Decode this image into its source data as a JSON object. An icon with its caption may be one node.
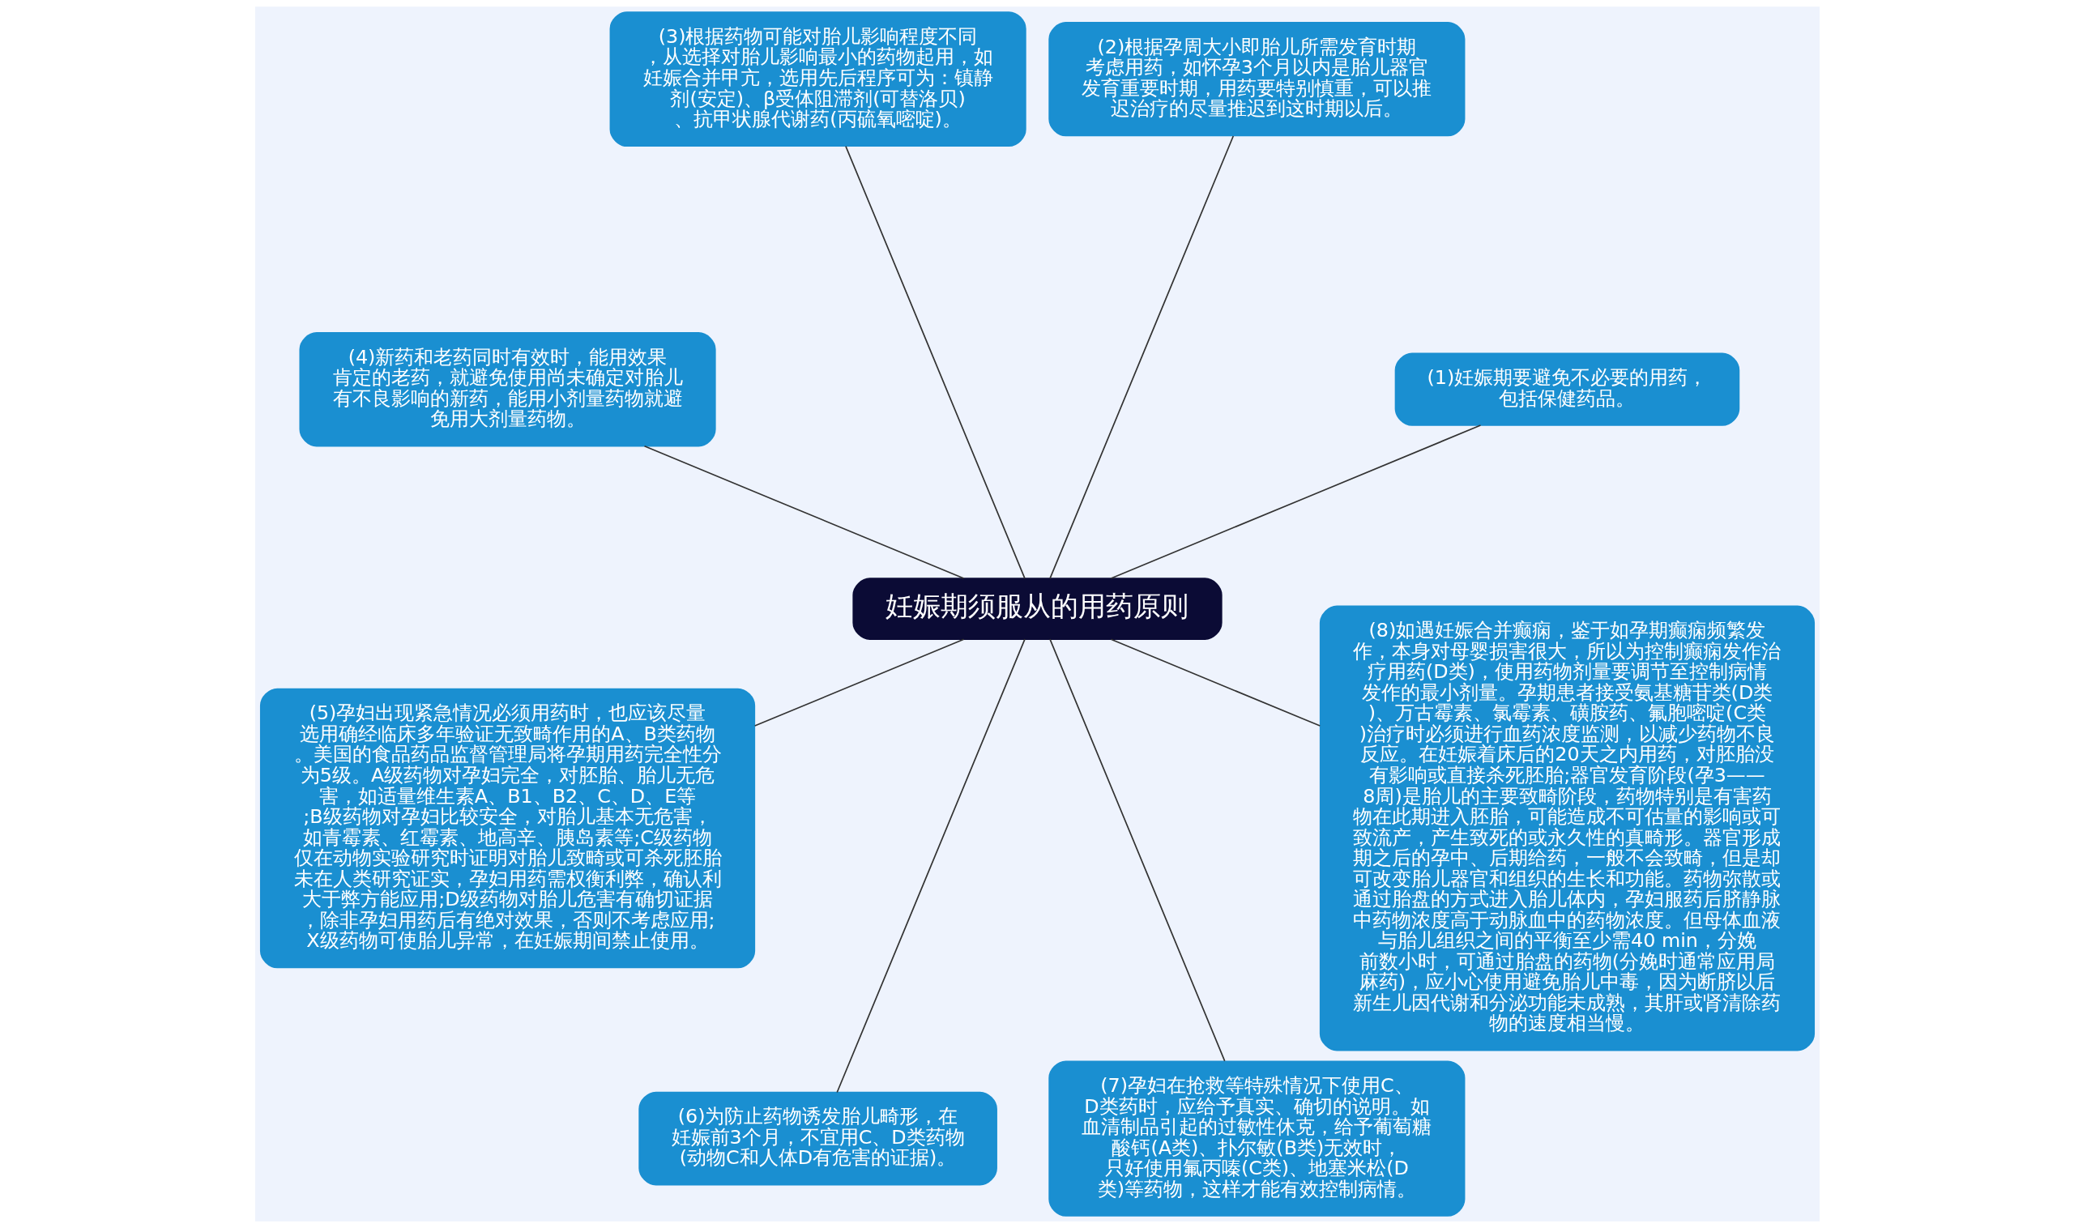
{
  "diagram": {
    "nodes": [
      {
        "text": [
          "妊娠期须服从的用药原则"
        ]
      },
      {
        "text": [
          "(1)妊娠期要避免不必要的用药，包括保健药品。"
        ]
      },
      {
        "text": [
          "(2)根据孕周大小即胎儿所需发育时期考虑用药，如怀孕3个月以内是胎儿器官发育重要时期，用药要特别慎重，可以推迟治疗的尽量推迟到这时期以后。"
        ]
      },
      {
        "text": [
          "(3)根据药物可能对胎儿影响程度不同，从选择对胎儿影响最小的药物起用，如妊娠合并甲亢，选用先后程序可为：镇静剂(安定)、β受体阻滞剂(可替洛贝)、抗甲状腺代谢药(丙硫氧嘧啶)。"
        ]
      },
      {
        "text": [
          "(4)新药和老药同时有效时，能用效果肯定的老药，就避免使用尚未确定对胎儿有不良影响的新药，能用小剂量药物就避免用大剂量药物。"
        ]
      },
      {
        "text": [
          "(5)孕妇出现紧急情况必须用药时，也应该尽量选用确经临床多年验证无致畸作用的A、B类药物。美国的食品药品监督管理局将孕期用药完全性分为5级。A级药物对孕妇完全，对胚胎、胎儿无危害，如适量维生素A、B1、B2、C、D、E等;B级药物对孕妇比较安全，对胎儿基本无危害，如青霉素、红霉素、地高辛、胰岛素等;C级药物仅在动物实验研究时证明对胎儿致畸或可杀死胚胎未在人类研究证实，孕妇用药需权衡利弊，确认利大于弊方能应用;D级药物对胎儿危害有确切证据，除非孕妇用药后有绝对效果，否则不考虑应用;X级药物可使胎儿异常，在妊娠期间禁止使用。"
        ]
      },
      {
        "text": [
          "(6)为防止药物诱发胎儿畸形，在妊娠前3个月，不宜用C、D类药物(动物C和人体D有危害的证据)。"
        ]
      },
      {
        "text": [
          "(7)孕妇在抢救等特殊情况下使用C、D类药时，应给予真实、确切的说明。如血清制品引起的过敏性休克，给予葡萄糖酸钙(A类)、扑尔敏(B类)无效时，只好使用氟丙嗪(C类)、地塞米松(D类)等药物，这样才能有效控制病情。"
        ]
      },
      {
        "text": [
          "(8)如遇妊娠合并癫痫，鉴于如孕期癫痫频繁发作，本身对母婴损害很大，所以为控制癫痫发作治疗用药(D类)，使用药物剂量要调节至控制病情发作的最小剂量。孕期患者接受氨基糖苷类(D类)、万古霉素、氯霉素、磺胺药、氟胞嘧啶(C类)治疗时必须进行血药浓度监测，以减少药物不良反应。在妊娠着床后的20天之内用药，对胚胎没有影响或直接杀死胚胎;器官发育阶段(孕3——8周)是胎儿的主要致畸阶段，药物特别是有害药物在此期进入胚胎，可能造成不可估量的影响或可致流产，产生致死的或永久性的真畸形。器官形成期之后的孕中、后期给药，一般不会致畸，但是却可改变胎儿器官和组织的生长和功能。药物弥散或通过胎盘的方式进入胎儿体内，孕妇服药后脐静脉中药物浓度高于动脉血中的药物浓度。但母体血液与胎儿组织之间的平衡至少需40 min，分娩前数小时，可通过胎盘的药物(分娩时通常应用局麻药)，应小心使用避免胎儿中毒，因为断脐以后新生儿因代谢和分泌功能未成熟，其肝或肾清除药物的速度相当慢。"
        ]
      }
    ],
    "edges": [
      {
        "from": 0,
        "to": 1,
        "arrow": "none"
      },
      {
        "from": 0,
        "to": 2,
        "arrow": "none"
      },
      {
        "from": 0,
        "to": 3,
        "arrow": "none"
      },
      {
        "from": 0,
        "to": 4,
        "arrow": "none"
      },
      {
        "from": 0,
        "to": 5,
        "arrow": "none"
      },
      {
        "from": 0,
        "to": 6,
        "arrow": "none"
      },
      {
        "from": 0,
        "to": 7,
        "arrow": "none"
      },
      {
        "from": 0,
        "to": 8,
        "arrow": "none"
      }
    ]
  }
}
